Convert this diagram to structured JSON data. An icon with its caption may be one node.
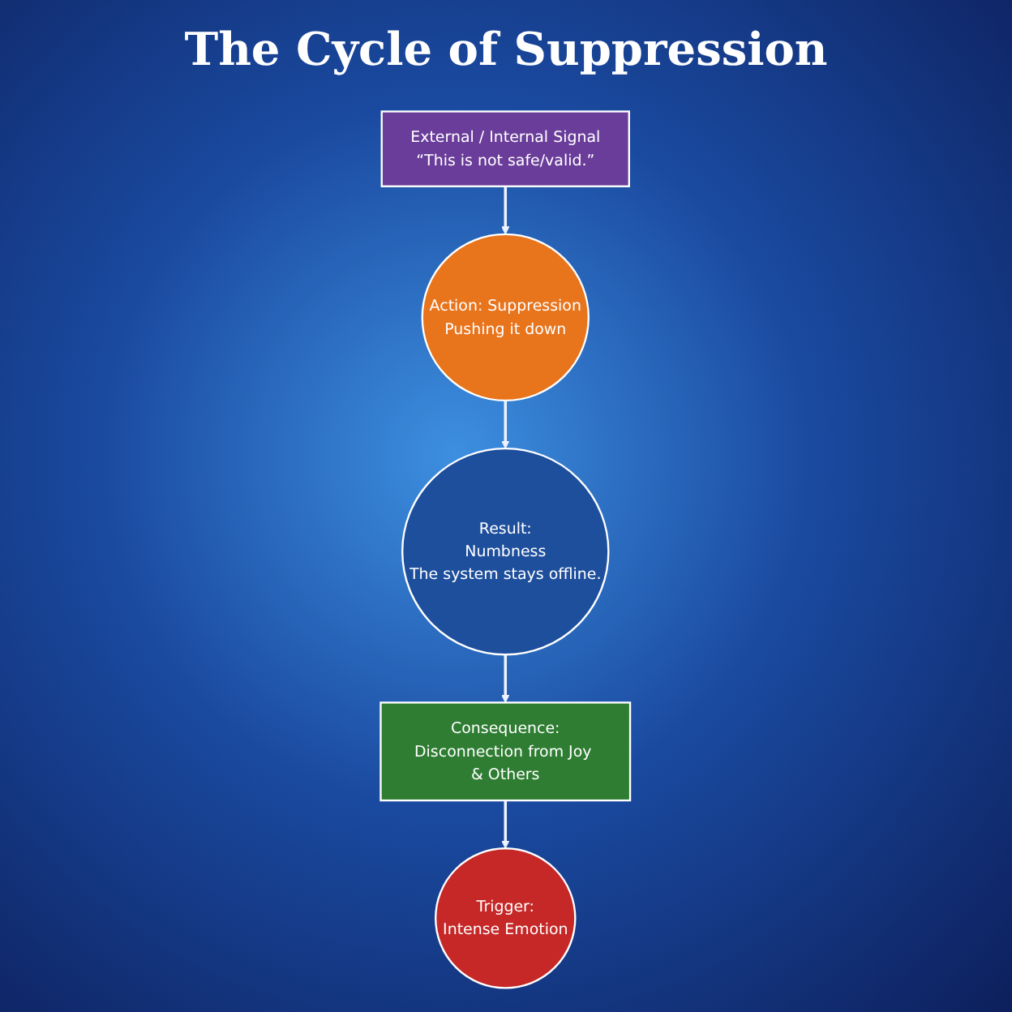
{
  "diagram": {
    "title": "The Cycle of Suppression",
    "nodes": [
      {
        "text": [
          "Trigger:",
          "Intense Emotion"
        ]
      },
      {
        "text": [
          "External / Internal Signal",
          "“This is not safe/valid.”"
        ]
      },
      {
        "text": [
          "Action: Suppression",
          "Pushing it down"
        ]
      },
      {
        "text": [
          "Result:",
          "Numbness",
          "The system stays offline."
        ]
      },
      {
        "text": [
          "Consequence:",
          "Disconnection from Joy & Others"
        ]
      }
    ],
    "edges": [
      {
        "from": 1,
        "to": 2,
        "arrow": "to"
      },
      {
        "from": 2,
        "to": 3,
        "arrow": "to"
      },
      {
        "from": 3,
        "to": 4,
        "arrow": "to"
      },
      {
        "from": 4,
        "to": 0,
        "arrow": "to"
      }
    ]
  }
}
